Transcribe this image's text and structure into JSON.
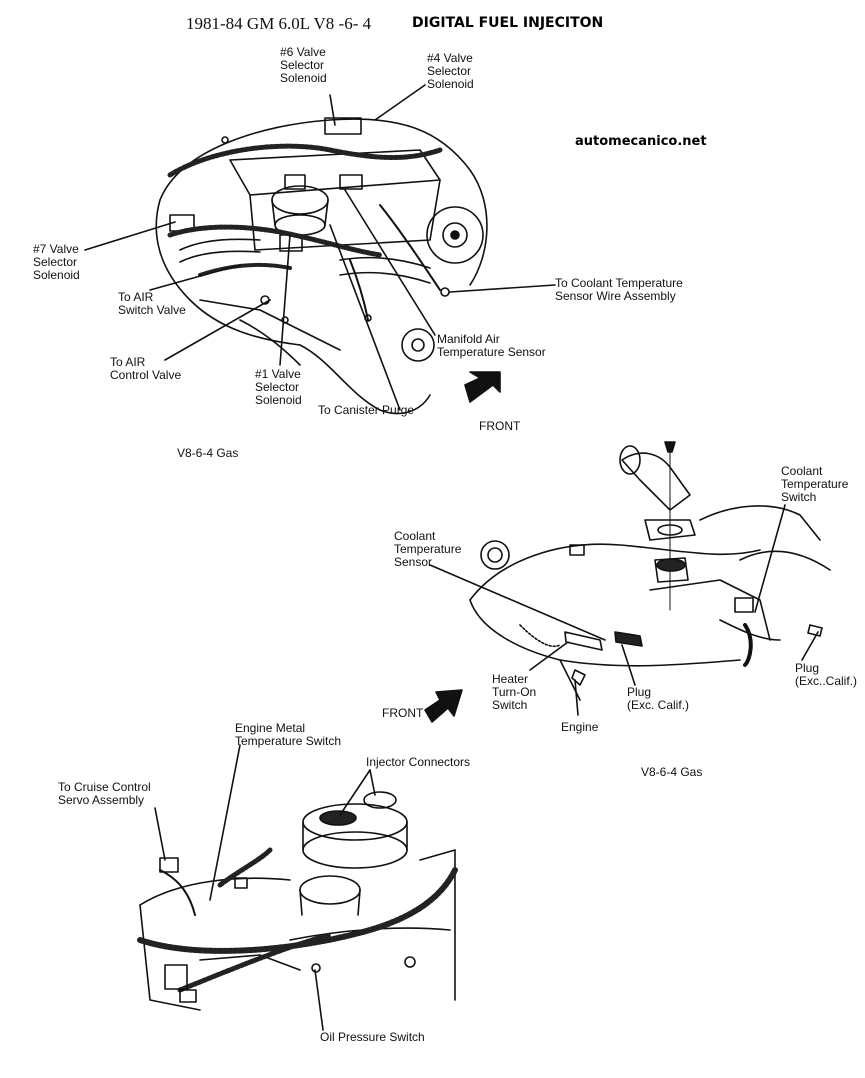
{
  "title": {
    "model": "1981-84 GM 6.0L V8 -6- 4",
    "system": "DIGITAL FUEL INJECITON"
  },
  "watermark": "automecanico.net",
  "diagram_top": {
    "caption": "V8-6-4 Gas",
    "direction": "FRONT",
    "labels": {
      "valve6": "#6 Valve\nSelector\nSolenoid",
      "valve4": "#4 Valve\nSelector\nSolenoid",
      "valve7": "#7 Valve\nSelector\nSolenoid",
      "air_switch": "To AIR\nSwitch Valve",
      "air_control": "To AIR\nControl Valve",
      "valve1": "#1 Valve\nSelector\nSolenoid",
      "canister": "To Canister Purge",
      "coolant_wire": "To Coolant Temperature\nSensor Wire Assembly",
      "manifold_air": "Manifold Air\nTemperature Sensor"
    }
  },
  "diagram_mid": {
    "caption": "V8-6-4 Gas",
    "direction": "FRONT",
    "labels": {
      "coolant_switch": "Coolant\nTemperature\nSwitch",
      "coolant_sensor": "Coolant\nTemperature\nSensor",
      "heater": "Heater\nTurn-On\nSwitch",
      "engine": "Engine",
      "plug_calif": "Plug\n(Exc. Calif.)",
      "plug_right": "Plug\n(Exc..Calif.)"
    }
  },
  "diagram_bottom": {
    "labels": {
      "engine_metal": "Engine Metal\nTemperature Switch",
      "injector": "Injector Connectors",
      "cruise": "To Cruise Control\nServo Assembly",
      "oil": "Oil Pressure Switch"
    }
  }
}
